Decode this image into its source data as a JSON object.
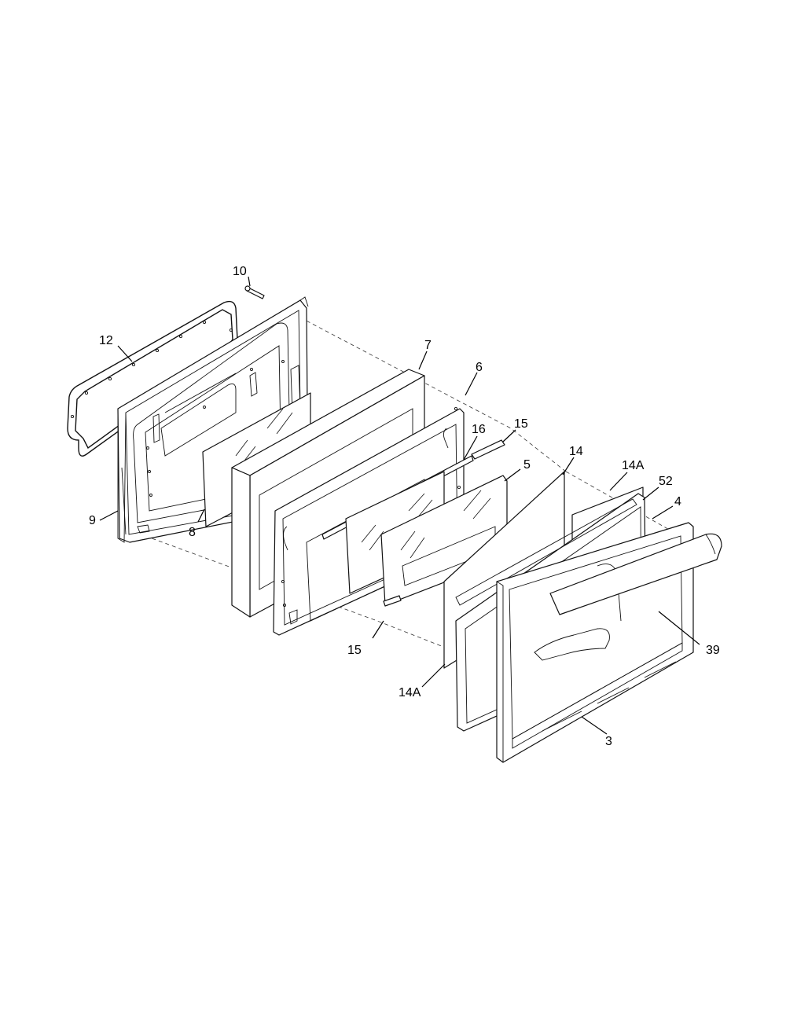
{
  "diagram": {
    "callouts": {
      "c10": "10",
      "c12": "12",
      "c9": "9",
      "c8": "8",
      "c7": "7",
      "c6": "6",
      "c16": "16",
      "c15_top": "15",
      "c5": "5",
      "c14": "14",
      "c14a_top": "14A",
      "c52": "52",
      "c4": "4",
      "c39": "39",
      "c15_bottom": "15",
      "c14a_bottom": "14A",
      "c3": "3"
    }
  }
}
